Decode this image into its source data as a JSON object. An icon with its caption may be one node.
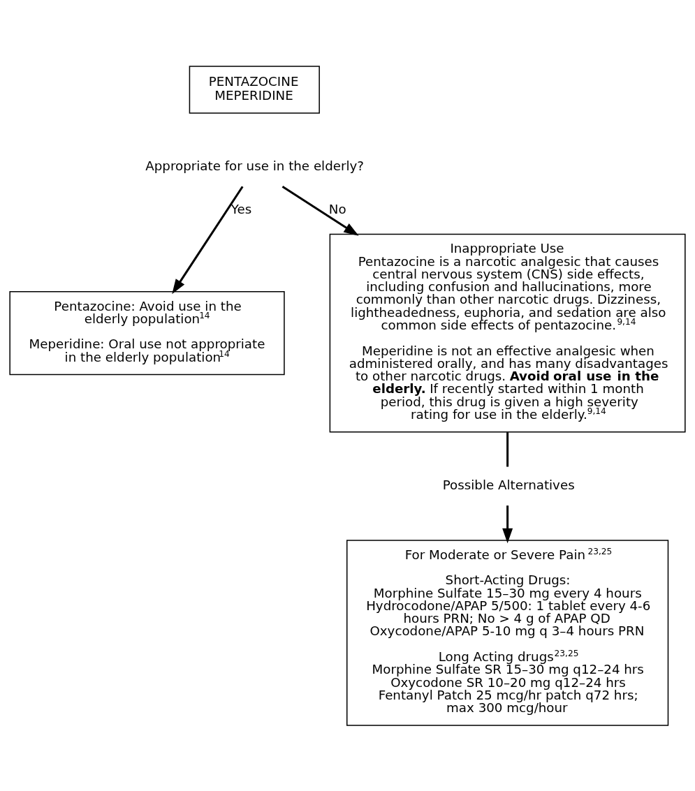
{
  "diagram": {
    "nodes": [
      {
        "text": [
          "PENTAZOCINE MEPERIDINE"
        ]
      },
      {
        "text": [
          "Appropriate for use in the elderly?"
        ]
      },
      {
        "text": [
          "Pentazocine: Avoid use in the elderly population$^{14}$",
          "Meperidine: Oral use not appropriate in the elderly population$^{14}$"
        ]
      },
      {
        "text": [
          "Inappropriate Use",
          "Pentazocine is a narcotic analgesic that causes central nervous system (CNS) side effects, including confusion and hallucinations, more commonly than other narcotic drugs. Dizziness, lightheadedness, euphoria, and sedation are also common side effects of pentazocine.$^{9,14}$",
          "Meperidine is not an effective analgesic when administered orally, and has many disadvantages to other narcotic drugs. **Avoid oral use in the elderly.** If recently started within 1 month period, this drug is given a high severity rating for use in the elderly.$^{9,14}$"
        ]
      },
      {
        "text": [
          "Possible Alternatives"
        ]
      },
      {
        "text": [
          "For Moderate or Severe Pain$^{23,25}$",
          "Short-Acting Drugs:",
          "Morphine Sulfate 15–30 mg every 4 hours",
          "Hydrocodone/APAP 5/500: 1 tablet every 4-6 hours PRN; No > 4 g of APAP QD",
          "Oxycodone/APAP 5-10 mg q 3–4 hours PRN",
          "Long Acting drugs$^{23,25}$",
          "Morphine Sulfate SR 15–30 mg q12–24 hrs",
          "Oxycodone SR 10–20 mg q12–24 hrs",
          "Fentanyl Patch 25 mcg/hr patch q72 hrs; max 300 mcg/hour"
        ]
      }
    ],
    "edges": [
      {
        "from": 1,
        "to": 2,
        "label": "Yes",
        "arrow": "to"
      },
      {
        "from": 1,
        "to": 3,
        "label": "No",
        "arrow": "to"
      },
      {
        "from": 3,
        "to": 4,
        "arrow": "none"
      },
      {
        "from": 4,
        "to": 5,
        "arrow": "to"
      }
    ]
  }
}
